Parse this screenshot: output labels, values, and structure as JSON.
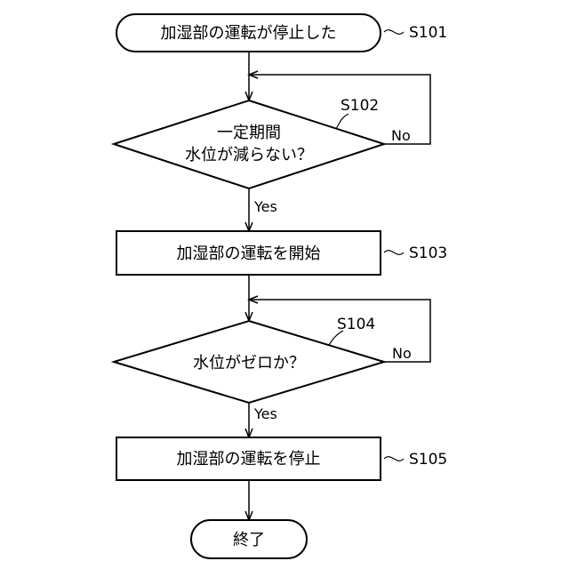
{
  "steps": {
    "s101": {
      "id": "S101",
      "text": "加湿部の運転が停止した"
    },
    "s102": {
      "id": "S102",
      "line1": "一定期間",
      "line2": "水位が減らない？"
    },
    "s103": {
      "id": "S103",
      "text": "加湿部の運転を開始"
    },
    "s104": {
      "id": "S104",
      "text": "水位がゼロか？"
    },
    "s105": {
      "id": "S105",
      "text": "加湿部の運転を停止"
    },
    "end": {
      "text": "終了"
    }
  },
  "labels": {
    "yes": "Yes",
    "no": "No"
  }
}
